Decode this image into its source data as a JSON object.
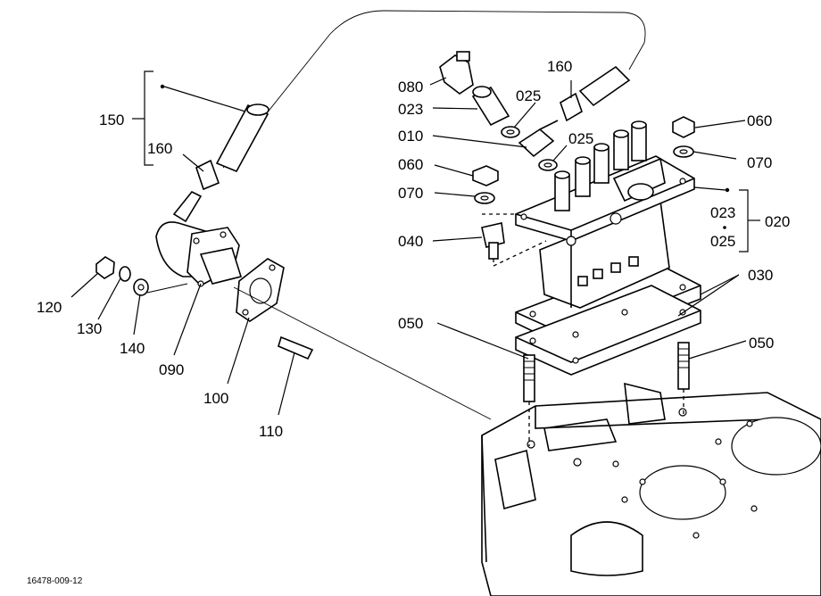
{
  "diagram": {
    "reference_code": "16478-009-12",
    "labels": {
      "p150": "150",
      "p160_left": "160",
      "p160_right": "160",
      "p080": "080",
      "p023_top": "023",
      "p025_a": "025",
      "p025_b": "025",
      "p010": "010",
      "p060_left": "060",
      "p060_right": "060",
      "p070_left": "070",
      "p070_right": "070",
      "p040": "040",
      "p023_range_start": "023",
      "p025_range_end": "025",
      "p020": "020",
      "p030": "030",
      "p050_left": "050",
      "p050_right": "050",
      "p120": "120",
      "p130": "130",
      "p140": "140",
      "p090": "090",
      "p100": "100",
      "p110": "110"
    }
  }
}
